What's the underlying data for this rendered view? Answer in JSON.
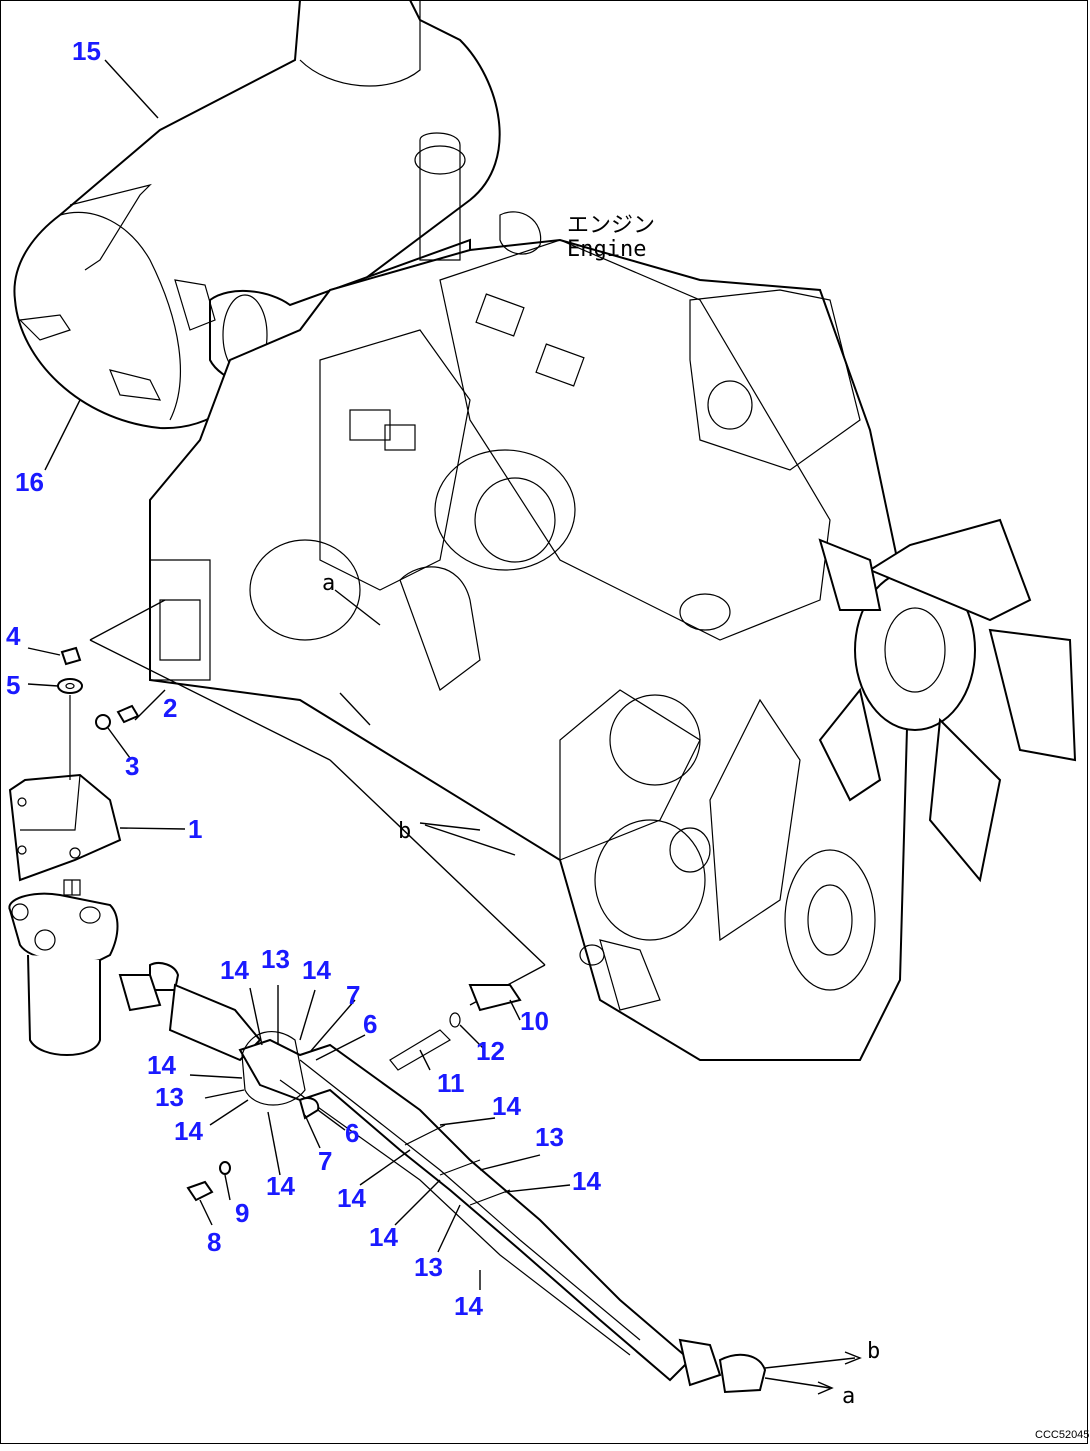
{
  "diagram": {
    "engine_label_jp": "エンジン",
    "engine_label_en": "Engine",
    "drawing_code": "CCC52045",
    "callouts": [
      {
        "id": "c15",
        "label": "15"
      },
      {
        "id": "c16",
        "label": "16"
      },
      {
        "id": "c4",
        "label": "4"
      },
      {
        "id": "c5",
        "label": "5"
      },
      {
        "id": "c2",
        "label": "2"
      },
      {
        "id": "c3",
        "label": "3"
      },
      {
        "id": "c1",
        "label": "1"
      },
      {
        "id": "c14a",
        "label": "14"
      },
      {
        "id": "c13a",
        "label": "13"
      },
      {
        "id": "c14b",
        "label": "14"
      },
      {
        "id": "c7a",
        "label": "7"
      },
      {
        "id": "c6a",
        "label": "6"
      },
      {
        "id": "c10",
        "label": "10"
      },
      {
        "id": "c12",
        "label": "12"
      },
      {
        "id": "c11",
        "label": "11"
      },
      {
        "id": "c14c",
        "label": "14"
      },
      {
        "id": "c13b",
        "label": "13"
      },
      {
        "id": "c14d",
        "label": "14"
      },
      {
        "id": "c6b",
        "label": "6"
      },
      {
        "id": "c7b",
        "label": "7"
      },
      {
        "id": "c14e",
        "label": "14"
      },
      {
        "id": "c9",
        "label": "9"
      },
      {
        "id": "c8",
        "label": "8"
      },
      {
        "id": "c14f",
        "label": "14"
      },
      {
        "id": "c13c",
        "label": "13"
      },
      {
        "id": "c14g",
        "label": "14"
      },
      {
        "id": "c14h",
        "label": "14"
      },
      {
        "id": "c14i",
        "label": "14"
      },
      {
        "id": "c13d",
        "label": "13"
      },
      {
        "id": "c14j",
        "label": "14"
      }
    ],
    "refs": [
      {
        "id": "ra1",
        "label": "a"
      },
      {
        "id": "rb1",
        "label": "b"
      },
      {
        "id": "rb2",
        "label": "b"
      },
      {
        "id": "ra2",
        "label": "a"
      }
    ]
  }
}
